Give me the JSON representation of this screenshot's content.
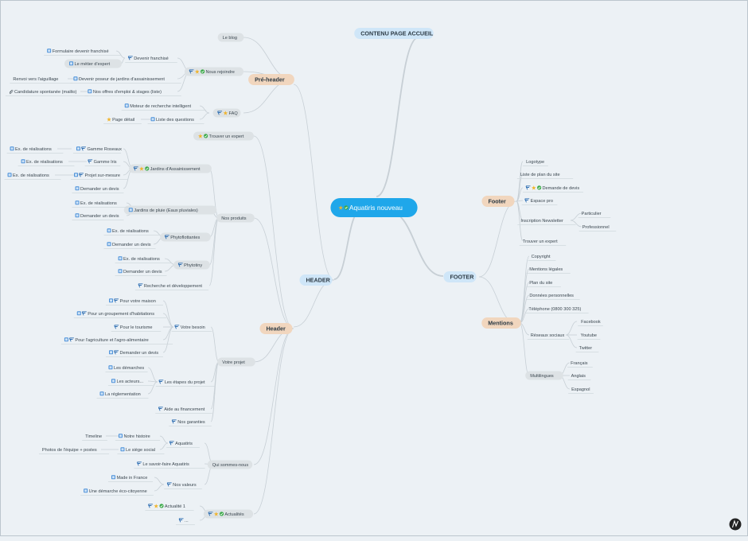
{
  "root": {
    "label": "Aquatiris nouveau"
  },
  "branches": {
    "contenu": "CONTENU PAGE ACCUEIL",
    "header": "HEADER",
    "footer": "FOOTER"
  },
  "preheader": {
    "title": "Pré-header",
    "blog": "Le blog",
    "nous_rejoindre": "Nous rejoindre",
    "devenir_franchise": "Devenir franchisé",
    "formulaire": "Formulaire devenir franchisé",
    "metier_expert": "Le métier d'expert",
    "poseur": "Devenir poseur de jardins d'assainissement",
    "renvoi": "Renvoi vers l'aiguillage",
    "offres": "Nos offres d'emploi & stages (liste)",
    "candidature": "Candidature spontanée (mailto)",
    "faq": "FAQ",
    "moteur": "Moteur de recherche intelligent",
    "liste_questions": "Liste des questions",
    "page_detail": "Page détail"
  },
  "header": {
    "title": "Header",
    "trouver_expert": "Trouver un expert",
    "nos_produits": "Nos produits",
    "jardins_assainissement": "Jardins d'Assainissement",
    "gamme_roseaux": "Gamme Roseaux",
    "gamme_iris": "Gamme Iris",
    "projet_sur_mesure": "Projet sur-mesure",
    "ex_realisations": "Ex. de réalisations",
    "demander_devis": "Demander un devis",
    "jardins_pluie": "Jardins de pluie (Eaux pluviales)",
    "phytoflottantes": "Phytoflottantes",
    "phytotiny": "Phytotiny",
    "recherche": "Recherche et développement",
    "votre_projet": "Votre projet",
    "votre_besoin": "Votre besoin",
    "pour_maison": "Pour votre maison",
    "pour_groupement": "Pour un groupement d'habitations",
    "pour_tourisme": "Pour le tourisme",
    "pour_agriculture": "Pour l'agriculture et l'agro-alimentaire",
    "etapes": "Les étapes du projet",
    "demarches": "Les démarches",
    "acteurs": "Les acteurs...",
    "reglementation": "La réglementation",
    "aide": "Aide au financement",
    "garanties": "Nos garanties",
    "qui_sommes_nous": "Qui sommes-nous",
    "aquatiris": "Aquatiris",
    "notre_histoire": "Notre histoire",
    "timeline": "Timeline",
    "siege": "Le siège social",
    "photos": "Photos de l'équipe + postes",
    "savoir_faire": "Le savoir-faire Aquatiris",
    "nos_valeurs": "Nos valeurs",
    "made_in_france": "Made in France",
    "demarche_eco": "Une démarche éco-citoyenne",
    "actualites": "Actualités",
    "actualite1": "Actualité 1",
    "ellipsis": "..."
  },
  "footer": {
    "title": "Footer",
    "logotype": "Logotype",
    "liste_plan": "Liste de plan du site",
    "demande_devis": "Demande de devis",
    "espace_pro": "Espace pro",
    "newsletter": "Inscription Newsletter",
    "particulier": "Particulier",
    "professionnel": "Professionnel",
    "trouver_expert": "Trouver un expert"
  },
  "mentions": {
    "title": "Mentions",
    "copyright": "Copyright",
    "mentions_legales": "Mentions légales",
    "plan": "Plan du site",
    "donnees": "Données personnelles",
    "telephone": "Téléphone (0800 300 325)",
    "reseaux": "Réseaux sociaux",
    "facebook": "Facebook",
    "youtube": "Youtube",
    "twitter": "Twitter",
    "multilingues": "Multilingues",
    "francais": "Français",
    "anglais": "Anglais",
    "espagnol": "Espagnol"
  },
  "colors": {
    "background": "#ecf1f5",
    "root": "#1fa7ea",
    "branch_blue": "#cfe6f8",
    "branch_orange": "#f1d6be",
    "node_grey": "#dde2e5",
    "icon_note": "#4a90d9",
    "icon_done": "#3caa4a",
    "icon_star": "#f0b32a"
  },
  "icons": [
    "note-icon",
    "task-flag-icon",
    "check-done-icon",
    "star-icon",
    "attachment-icon",
    "app-logo-icon"
  ]
}
